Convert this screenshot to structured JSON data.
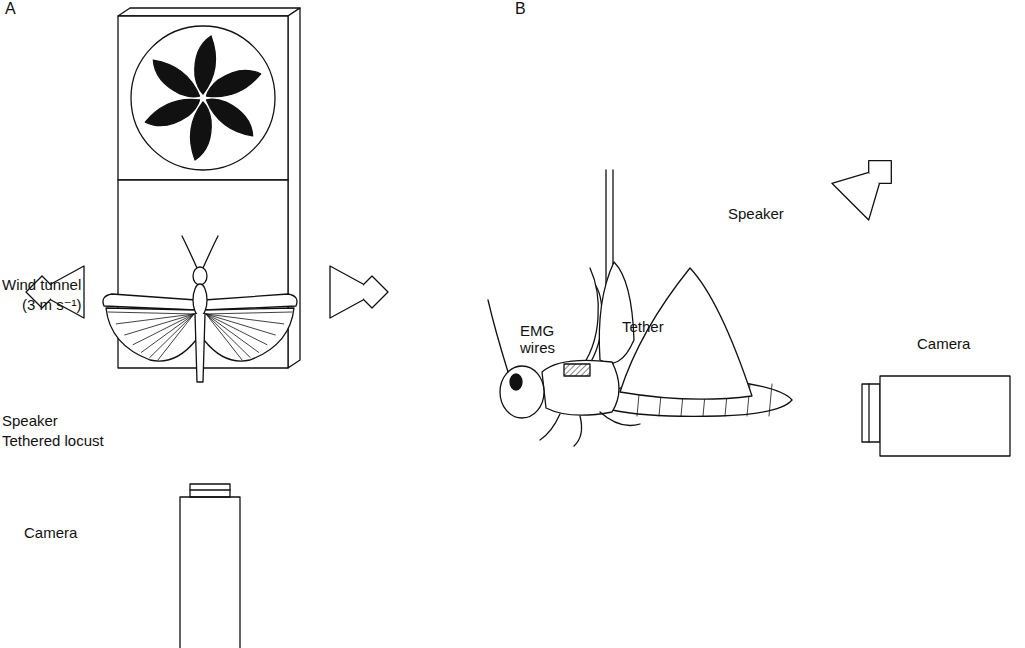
{
  "diagram": {
    "labels": [
      "A",
      "B",
      "Wind tunnel",
      "(3 m s⁻¹)",
      "Speaker",
      "Tethered locust",
      "Camera",
      "EMG wires",
      "Tether",
      "Speaker",
      "Camera"
    ]
  }
}
